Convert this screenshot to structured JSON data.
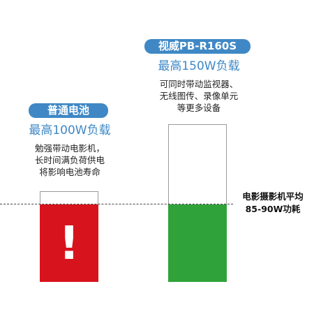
{
  "left": {
    "badge": "普通电池",
    "headline": "最高100W负载",
    "desc": [
      "勉强带动电影机，",
      "长时间满负荷供电",
      "将影响电池寿命"
    ],
    "warning_symbol": "!",
    "fill_color": "#d7131d"
  },
  "right": {
    "badge": "视威PB-R160S",
    "headline": "最高150W负载",
    "desc": [
      "可同时带动监视器、",
      "无线图传、录像单元",
      "等更多设备"
    ],
    "fill_color": "#2fa33a"
  },
  "average": {
    "line1": "电影摄影机平均",
    "line2": "85-90W功耗"
  },
  "colors": {
    "accent": "#3f88c5"
  }
}
